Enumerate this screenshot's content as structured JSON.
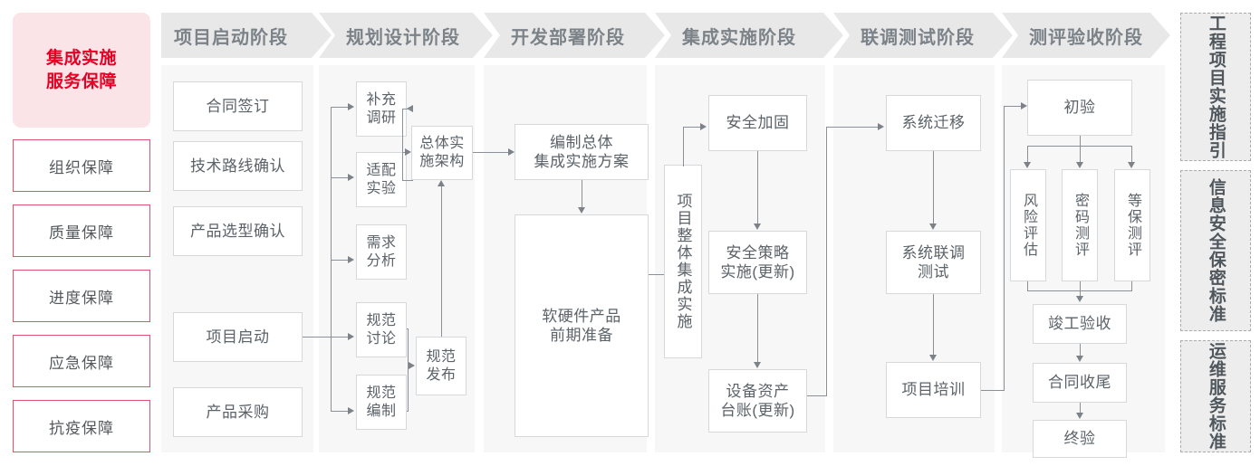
{
  "left_rail": {
    "title": "集成实施\n服务保障",
    "title_line1": "集成实施",
    "title_line2": "服务保障",
    "items": [
      {
        "label": "组织保障"
      },
      {
        "label": "质量保障"
      },
      {
        "label": "进度保障"
      },
      {
        "label": "应急保障"
      },
      {
        "label": "抗疫保障"
      }
    ]
  },
  "phases": [
    {
      "id": "p1",
      "label": "项目启动阶段"
    },
    {
      "id": "p2",
      "label": "规划设计阶段"
    },
    {
      "id": "p3",
      "label": "开发部署阶段"
    },
    {
      "id": "p4",
      "label": "集成实施阶段"
    },
    {
      "id": "p5",
      "label": "联调测试阶段"
    },
    {
      "id": "p6",
      "label": "测评验收阶段"
    }
  ],
  "nodes": {
    "p1": [
      {
        "label": "合同签订"
      },
      {
        "label": "技术路线确认"
      },
      {
        "label": "产品选型确认"
      },
      {
        "label": "项目启动"
      },
      {
        "label": "产品采购"
      }
    ],
    "p2": [
      {
        "label": "补充\n调研"
      },
      {
        "label": "适配\n实验"
      },
      {
        "label": "需求\n分析"
      },
      {
        "label": "规范\n讨论"
      },
      {
        "label": "规范\n编制"
      },
      {
        "label": "总体实\n施架构"
      },
      {
        "label": "规范\n发布"
      }
    ],
    "p3": [
      {
        "label": "编制总体\n集成实施方案"
      },
      {
        "label": "软硬件产品\n前期准备"
      }
    ],
    "p4": [
      {
        "label": "项目整体集成实施"
      },
      {
        "label": "安全加固"
      },
      {
        "label": "安全策略\n实施(更新)"
      },
      {
        "label": "设备资产\n台账(更新)"
      }
    ],
    "p5": [
      {
        "label": "系统迁移"
      },
      {
        "label": "系统联调\n测试"
      },
      {
        "label": "项目培训"
      }
    ],
    "p6": [
      {
        "label": "初验"
      },
      {
        "label": "风险评估"
      },
      {
        "label": "密码测评"
      },
      {
        "label": "等保测评"
      },
      {
        "label": "竣工验收"
      },
      {
        "label": "合同收尾"
      },
      {
        "label": "终验"
      }
    ]
  },
  "right_rail": {
    "items": [
      {
        "label": "工程项目实施指引"
      },
      {
        "label": "信息安全保密标准"
      },
      {
        "label": "运维服务标准"
      }
    ]
  },
  "colors": {
    "accent_red": "#e60023",
    "rail_border": "#e0536d",
    "rail_fill": "#fbe4e8",
    "column_fill": "#f7f7f7",
    "header_fill": "#e8e8e8",
    "node_border": "#d6d9dc",
    "wire": "#8b9096",
    "text": "#5b6268"
  }
}
